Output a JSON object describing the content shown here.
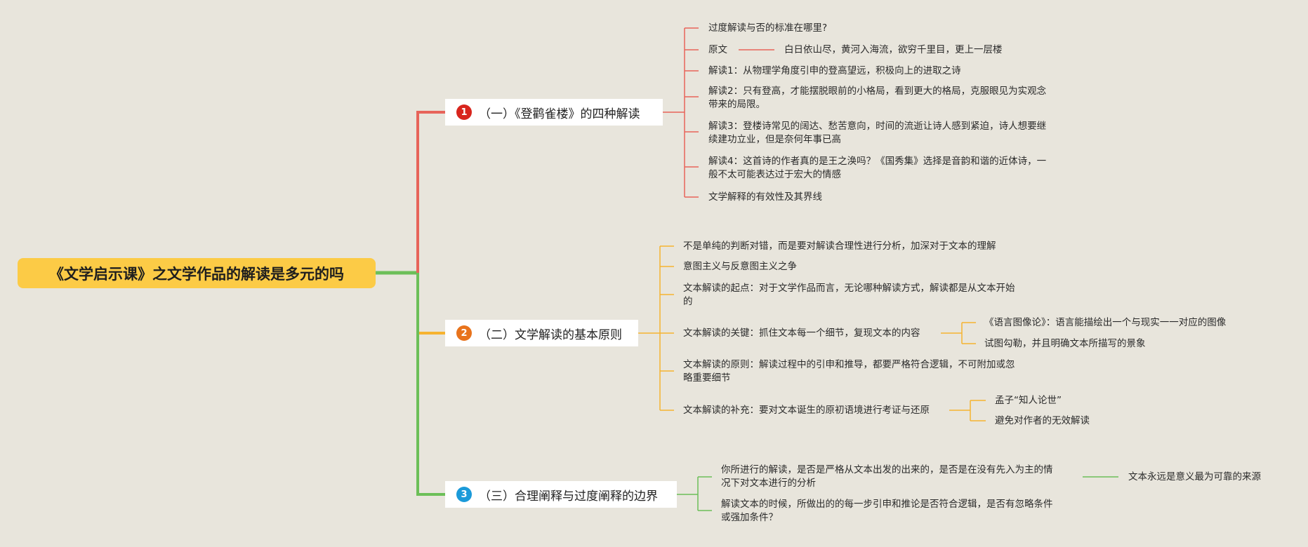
{
  "root": {
    "title": "《文学启示课》之文学作品的解读是多元的吗"
  },
  "branches": [
    {
      "badge": "1",
      "label": "（一）《登鹳雀楼》的四种解读",
      "color": "#e7645a",
      "badge_color": "#d8251d",
      "leaves": [
        {
          "line1": "过度解读与否的标准在哪里?"
        },
        {
          "line1": "原文",
          "child": "白日依山尽，黄河入海流，欲穷千里目，更上一层楼"
        },
        {
          "line1": "解读1：从物理学角度引申的登高望远，积极向上的进取之诗"
        },
        {
          "line1": "解读2：只有登高，才能摆脱眼前的小格局，看到更大的格局，克服眼见为实观念",
          "line2": "带来的局限。"
        },
        {
          "line1": "解读3：登楼诗常见的阔达、愁苦意向，时间的流逝让诗人感到紧迫，诗人想要继",
          "line2": "续建功立业，但是奈何年事已高"
        },
        {
          "line1": "解读4：这首诗的作者真的是王之涣吗？《国秀集》选择是音韵和谐的近体诗，一",
          "line2": "般不太可能表达过于宏大的情感"
        },
        {
          "line1": "文学解释的有效性及其界线"
        }
      ]
    },
    {
      "badge": "2",
      "label": "（二）文学解读的基本原则",
      "color": "#f6b330",
      "badge_color": "#e8731c",
      "leaves": [
        {
          "line1": "不是单纯的判断对错，而是要对解读合理性进行分析，加深对于文本的理解"
        },
        {
          "line1": "意图主义与反意图主义之争"
        },
        {
          "line1": "文本解读的起点：对于文学作品而言，无论哪种解读方式，解读都是从文本开始",
          "line2": "的"
        },
        {
          "line1": "文本解读的关键：抓住文本每一个细节，复现文本的内容",
          "children": [
            "《语言图像论》：语言能描绘出一个与现实一一对应的图像",
            "试图勾勒，并且明确文本所描写的景象"
          ]
        },
        {
          "line1": "文本解读的原则：解读过程中的引申和推导，都要严格符合逻辑，不可附加或忽",
          "line2": "略重要细节"
        },
        {
          "line1": "文本解读的补充：要对文本诞生的原初语境进行考证与还原",
          "children": [
            "孟子“知人论世”",
            "避免对作者的无效解读"
          ]
        }
      ]
    },
    {
      "badge": "3",
      "label": "（三）合理阐释与过度阐释的边界",
      "color": "#6cbf58",
      "badge_color": "#1b9ad9",
      "leaves": [
        {
          "line1": "你所进行的解读，是否是严格从文本出发的出来的，是否是在没有先入为主的情",
          "line2": "况下对文本进行的分析",
          "child": "文本永远是意义最为可靠的来源"
        },
        {
          "line1": "解读文本的时候，所做出的的每一步引申和推论是否符合逻辑，是否有忽略条件",
          "line2": "或强加条件？"
        }
      ]
    }
  ]
}
